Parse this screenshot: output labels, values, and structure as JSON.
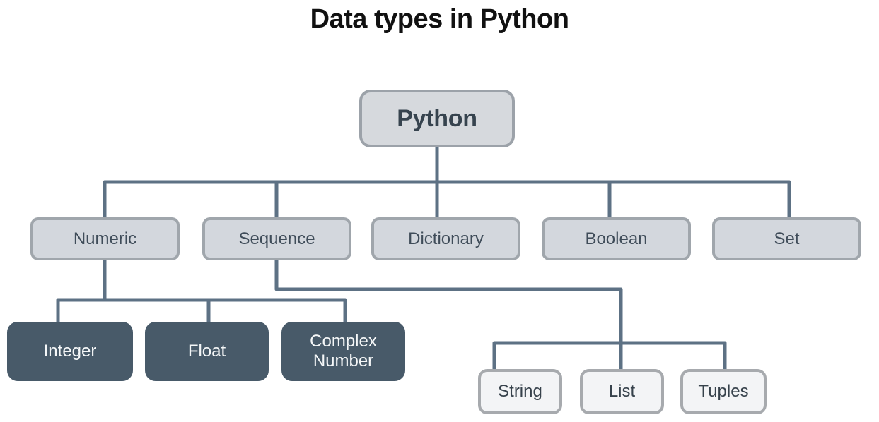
{
  "title": "Data types in Python",
  "colors": {
    "background": "#ffffff",
    "title_text": "#111111",
    "line": "#5d7184",
    "root_fill": "#d6d9dd",
    "root_border": "#9ca2a9",
    "root_text": "#36434e",
    "level2_fill": "#d3d7dd",
    "level2_border": "#a0a6ac",
    "level2_text": "#3f4c59",
    "dark_fill": "#485a69",
    "dark_text": "#f5f7f8",
    "leaf_fill": "#f3f4f6",
    "leaf_border": "#a7aaae",
    "leaf_text": "#37424c"
  },
  "diagram": {
    "root": {
      "label": "Python"
    },
    "branches": [
      {
        "label": "Numeric"
      },
      {
        "label": "Sequence"
      },
      {
        "label": "Dictionary"
      },
      {
        "label": "Boolean"
      },
      {
        "label": "Set"
      }
    ],
    "numeric_children": [
      {
        "label": "Integer"
      },
      {
        "label": "Float"
      },
      {
        "label": "Complex Number"
      }
    ],
    "sequence_children": [
      {
        "label": "String"
      },
      {
        "label": "List"
      },
      {
        "label": "Tuples"
      }
    ]
  }
}
